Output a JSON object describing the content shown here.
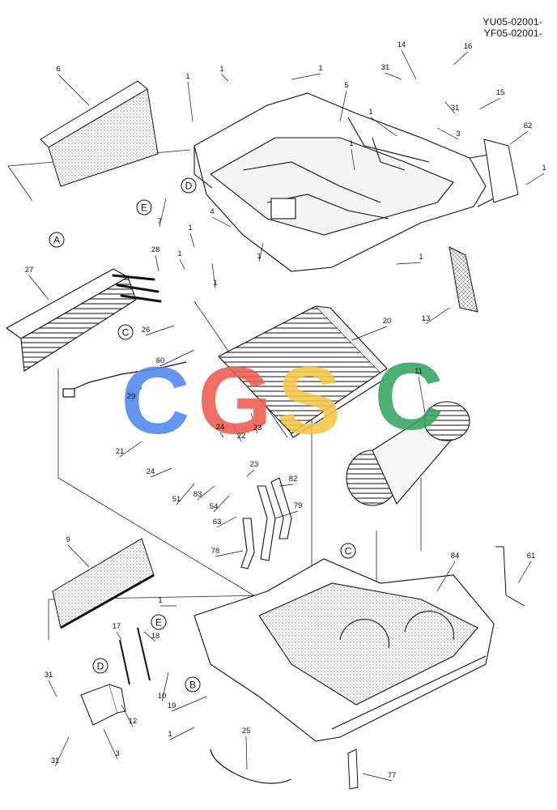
{
  "header": {
    "code_1": "YU05-02001-",
    "code_2": "YF05-02001-"
  },
  "watermark": {
    "letters": [
      "C",
      "G",
      "S",
      "C"
    ],
    "colors": [
      "#4f86f0",
      "#ef5a4e",
      "#f6c544",
      "#34a560"
    ]
  },
  "callouts": [
    {
      "id": "c6",
      "text": "6"
    },
    {
      "id": "c1a",
      "text": "1"
    },
    {
      "id": "c1b",
      "text": "1"
    },
    {
      "id": "c1c",
      "text": "1"
    },
    {
      "id": "c5",
      "text": "5"
    },
    {
      "id": "c14",
      "text": "14"
    },
    {
      "id": "c16",
      "text": "16"
    },
    {
      "id": "c31a",
      "text": "31"
    },
    {
      "id": "c31b",
      "text": "31"
    },
    {
      "id": "c15",
      "text": "15"
    },
    {
      "id": "c1d",
      "text": "1"
    },
    {
      "id": "c3a",
      "text": "3"
    },
    {
      "id": "c62",
      "text": "62"
    },
    {
      "id": "c1e",
      "text": "1"
    },
    {
      "id": "c7",
      "text": "7"
    },
    {
      "id": "c4",
      "text": "4"
    },
    {
      "id": "c1f",
      "text": "1"
    },
    {
      "id": "c1g",
      "text": "1"
    },
    {
      "id": "c1h",
      "text": "1"
    },
    {
      "id": "c1i",
      "text": "1"
    },
    {
      "id": "c1j",
      "text": "1"
    },
    {
      "id": "c28",
      "text": "28"
    },
    {
      "id": "c1k",
      "text": "1"
    },
    {
      "id": "c27",
      "text": "27"
    },
    {
      "id": "c13",
      "text": "13"
    },
    {
      "id": "c20",
      "text": "20"
    },
    {
      "id": "c26",
      "text": "26"
    },
    {
      "id": "c60",
      "text": "60"
    },
    {
      "id": "c11",
      "text": "11"
    },
    {
      "id": "c29",
      "text": "29"
    },
    {
      "id": "c21",
      "text": "21"
    },
    {
      "id": "c24a",
      "text": "24"
    },
    {
      "id": "c22",
      "text": "22"
    },
    {
      "id": "c23a",
      "text": "23"
    },
    {
      "id": "c24b",
      "text": "24"
    },
    {
      "id": "c23b",
      "text": "23"
    },
    {
      "id": "c51",
      "text": "51"
    },
    {
      "id": "c83",
      "text": "83"
    },
    {
      "id": "c82",
      "text": "82"
    },
    {
      "id": "c54",
      "text": "54"
    },
    {
      "id": "c79",
      "text": "79"
    },
    {
      "id": "c63",
      "text": "63"
    },
    {
      "id": "c78",
      "text": "78"
    },
    {
      "id": "c84",
      "text": "84"
    },
    {
      "id": "c9",
      "text": "9"
    },
    {
      "id": "c61",
      "text": "61"
    },
    {
      "id": "c1l",
      "text": "1"
    },
    {
      "id": "c17",
      "text": "17"
    },
    {
      "id": "c18",
      "text": "18"
    },
    {
      "id": "c10",
      "text": "10"
    },
    {
      "id": "c31c",
      "text": "31"
    },
    {
      "id": "c19",
      "text": "19"
    },
    {
      "id": "c12",
      "text": "12"
    },
    {
      "id": "c1m",
      "text": "1"
    },
    {
      "id": "c25",
      "text": "25"
    },
    {
      "id": "c31d",
      "text": "31"
    },
    {
      "id": "c3b",
      "text": "3"
    },
    {
      "id": "c77",
      "text": "77"
    }
  ],
  "refs": [
    {
      "id": "rA",
      "text": "A"
    },
    {
      "id": "rD1",
      "text": "D"
    },
    {
      "id": "rE1",
      "text": "E"
    },
    {
      "id": "rC1",
      "text": "C"
    },
    {
      "id": "rC2",
      "text": "C"
    },
    {
      "id": "rE2",
      "text": "E"
    },
    {
      "id": "rD2",
      "text": "D"
    },
    {
      "id": "rB",
      "text": "B"
    }
  ]
}
